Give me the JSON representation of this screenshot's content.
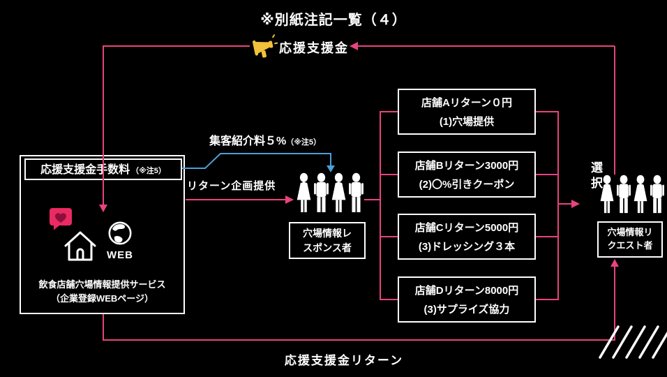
{
  "title": "※別紙注記一覧（４）",
  "top": {
    "support_money_label": "応援支援金",
    "megaphone_icon": "megaphone-icon"
  },
  "service_panel": {
    "fee_title": "応援支援金手数料",
    "fee_note": "（※注5）",
    "heart_icon": "heart-message-icon",
    "house_icon": "house-icon",
    "globe_icon": "globe-icon",
    "web_label": "WEB",
    "caption_line1": "飲食店舗穴場情報提供サービス",
    "caption_line2": "（企業登録WEBページ）"
  },
  "middle": {
    "referral_fee_label": "集客紹介料５%",
    "referral_fee_note": "（※注5）",
    "return_plan_label": "リターン企画提供",
    "responder_line1": "穴場情報レ",
    "responder_line2": "スポンス者"
  },
  "shops": [
    {
      "line1": "店舗Aリターン０円",
      "line2": "(1)穴場提供"
    },
    {
      "line1": "店舗Bリターン3000円",
      "line2": "(2)〇%引きクーポン"
    },
    {
      "line1": "店舗Cリターン5000円",
      "line2": "(3)ドレッシング３本"
    },
    {
      "line1": "店舗Dリターン8000円",
      "line2": "(3)サプライズ協力"
    }
  ],
  "right": {
    "selection_label": "選択",
    "requester_line1": "穴場情報リ",
    "requester_line2": "クエスト者"
  },
  "bottom": {
    "support_money_return_label": "応援支援金リターン"
  },
  "colors": {
    "background": "#000000",
    "text": "#ffffff",
    "flow_pink": "#e8437f",
    "flow_blue": "#4aa0d8",
    "megaphone_gold": "#f3c13a",
    "heart_pink": "#ea2a62"
  }
}
